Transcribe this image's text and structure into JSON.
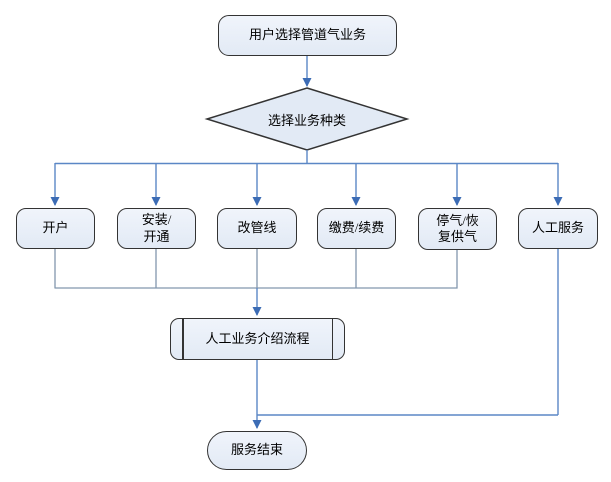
{
  "diagram": {
    "type": "flowchart",
    "nodes": {
      "start": {
        "label": "用户选择管道气业务",
        "shape": "terminator"
      },
      "decision": {
        "label": "选择业务种类",
        "shape": "decision-diamond"
      },
      "options": [
        {
          "label": "开户"
        },
        {
          "label": "安装/\n开通"
        },
        {
          "label": "改管线"
        },
        {
          "label": "缴费/续费"
        },
        {
          "label": "停气/恢\n复供气"
        },
        {
          "label": "人工服务"
        }
      ],
      "process": {
        "label": "人工业务介绍流程",
        "shape": "predefined-process"
      },
      "end": {
        "label": "服务结束",
        "shape": "terminator"
      }
    },
    "colors": {
      "background": "#ffffff",
      "connector_blue": "#5b87c6",
      "connector_gray": "#8296ad",
      "arrowhead": "#3c6cb5",
      "shape_border": "#333333",
      "shape_fill_top": "#f0f4fb",
      "shape_fill_bottom": "#e2eaf5"
    }
  }
}
